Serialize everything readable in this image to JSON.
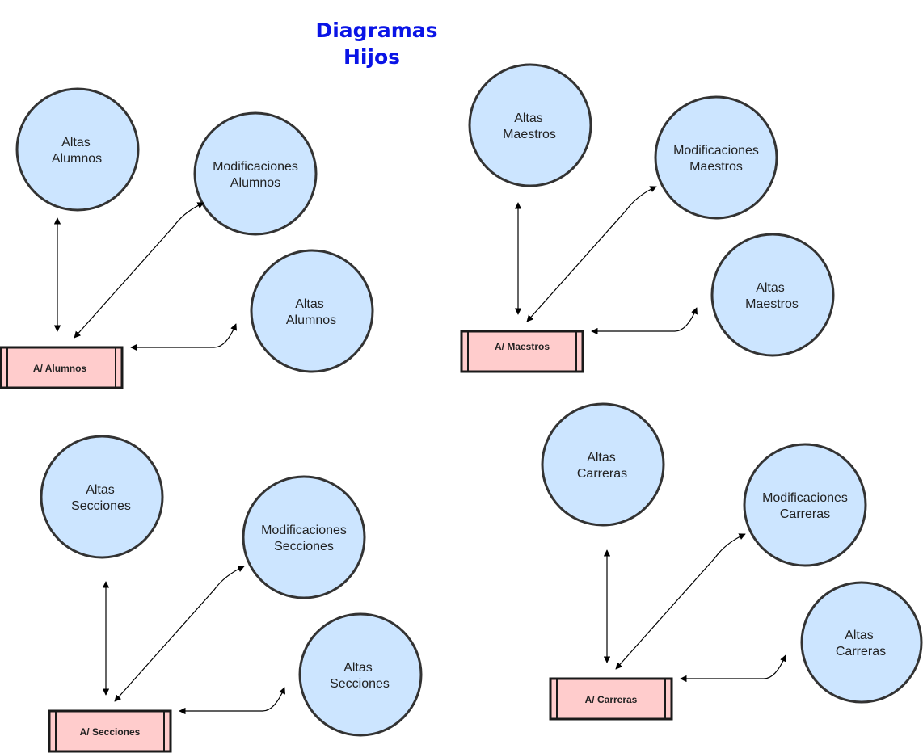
{
  "title": {
    "line1": "Diagramas",
    "line2": "Hijos"
  },
  "colors": {
    "title": "#0a14e6",
    "process_fill": "#cce5ff",
    "entity_fill": "#ffcccc",
    "stroke": "#333333"
  },
  "groups": [
    {
      "id": "alumnos",
      "entity": "A/ Alumnos",
      "processes": [
        {
          "line1": "Altas",
          "line2": "Alumnos"
        },
        {
          "line1": "Modificaciones",
          "line2": "Alumnos"
        },
        {
          "line1": "Altas",
          "line2": "Alumnos"
        }
      ]
    },
    {
      "id": "maestros",
      "entity": "A/ Maestros",
      "processes": [
        {
          "line1": "Altas",
          "line2": "Maestros"
        },
        {
          "line1": "Modificaciones",
          "line2": "Maestros"
        },
        {
          "line1": "Altas",
          "line2": "Maestros"
        }
      ]
    },
    {
      "id": "secciones",
      "entity": "A/ Secciones",
      "processes": [
        {
          "line1": "Altas",
          "line2": "Secciones"
        },
        {
          "line1": "Modificaciones",
          "line2": "Secciones"
        },
        {
          "line1": "Altas",
          "line2": "Secciones"
        }
      ]
    },
    {
      "id": "carreras",
      "entity": "A/ Carreras",
      "processes": [
        {
          "line1": "Altas",
          "line2": "Carreras"
        },
        {
          "line1": "Modificaciones",
          "line2": "Carreras"
        },
        {
          "line1": "Altas",
          "line2": "Carreras"
        }
      ]
    }
  ]
}
